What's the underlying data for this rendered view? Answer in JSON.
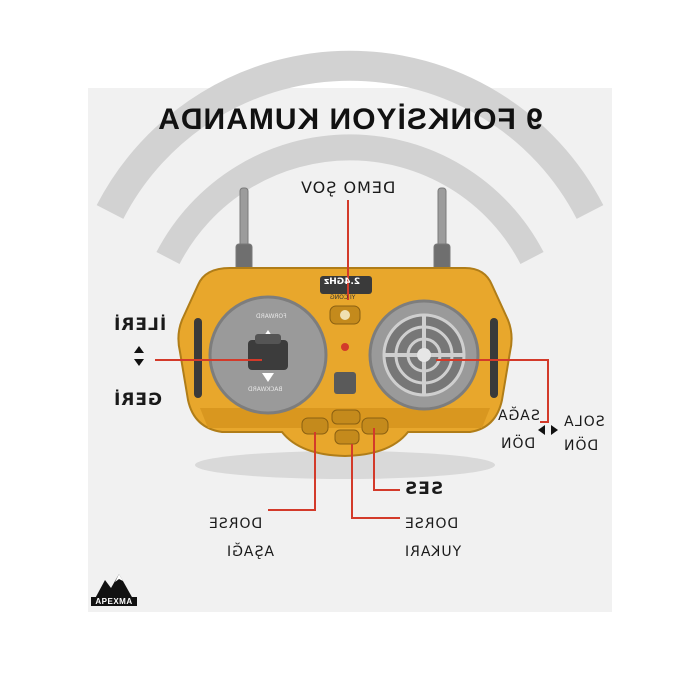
{
  "title": "9 FONKSİYON KUMANDA",
  "labels": {
    "demo": "DEMO ŞOV",
    "ileri": "İLERİ",
    "geri": "GERİ",
    "saga_line1": "SAĞA",
    "saga_line2": "DÖN",
    "sola_line1": "SOLA",
    "sola_line2": "DÖN",
    "ses": "SES",
    "dorse_asagi_line1": "DORSE",
    "dorse_asagi_line2": "AŞAĞI",
    "dorse_yukari_line1": "DORSE",
    "dorse_yukari_line2": "YUKARI"
  },
  "remote": {
    "badge_line1": "2.4GHz",
    "badge_line2": "YI CONG",
    "forward_text": "FORWARD",
    "backward_text": "BACKWARD"
  },
  "logo": {
    "text": "APEXMA"
  },
  "colors": {
    "body": "#e8a72c",
    "body_dark": "#c98a1a",
    "panel": "#f1f1f1",
    "signal": "#cfcfcf",
    "knob": "#9a9a9a",
    "line": "#d33a2a"
  }
}
